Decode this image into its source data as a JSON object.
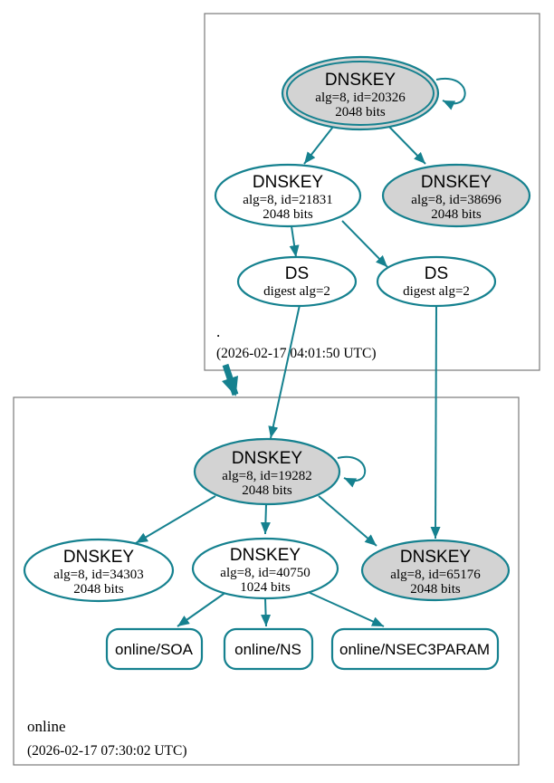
{
  "colors": {
    "edge_secure": "#15818f",
    "node_gray_fill": "#d3d3d3",
    "node_white_fill": "#ffffff",
    "cluster_border": "#7a7a7a",
    "text": "#000000"
  },
  "top_zone": {
    "name": ".",
    "timestamp": "(2026-02-17 04:01:50 UTC)",
    "ksk": {
      "title": "DNSKEY",
      "detail": "alg=8, id=20326",
      "bits": "2048 bits"
    },
    "zsk": {
      "title": "DNSKEY",
      "detail": "alg=8, id=21831",
      "bits": "2048 bits"
    },
    "key_38696": {
      "title": "DNSKEY",
      "detail": "alg=8, id=38696",
      "bits": "2048 bits"
    },
    "ds1": {
      "title": "DS",
      "detail": "digest alg=2"
    },
    "ds2": {
      "title": "DS",
      "detail": "digest alg=2"
    }
  },
  "online_zone": {
    "name": "online",
    "timestamp": "(2026-02-17 07:30:02 UTC)",
    "ksk": {
      "title": "DNSKEY",
      "detail": "alg=8, id=19282",
      "bits": "2048 bits"
    },
    "key_34303": {
      "title": "DNSKEY",
      "detail": "alg=8, id=34303",
      "bits": "2048 bits"
    },
    "key_40750": {
      "title": "DNSKEY",
      "detail": "alg=8, id=40750",
      "bits": "1024 bits"
    },
    "key_65176": {
      "title": "DNSKEY",
      "detail": "alg=8, id=65176",
      "bits": "2048 bits"
    },
    "rrset_soa": {
      "label": "online/SOA"
    },
    "rrset_ns": {
      "label": "online/NS"
    },
    "rrset_nsec3param": {
      "label": "online/NSEC3PARAM"
    }
  }
}
